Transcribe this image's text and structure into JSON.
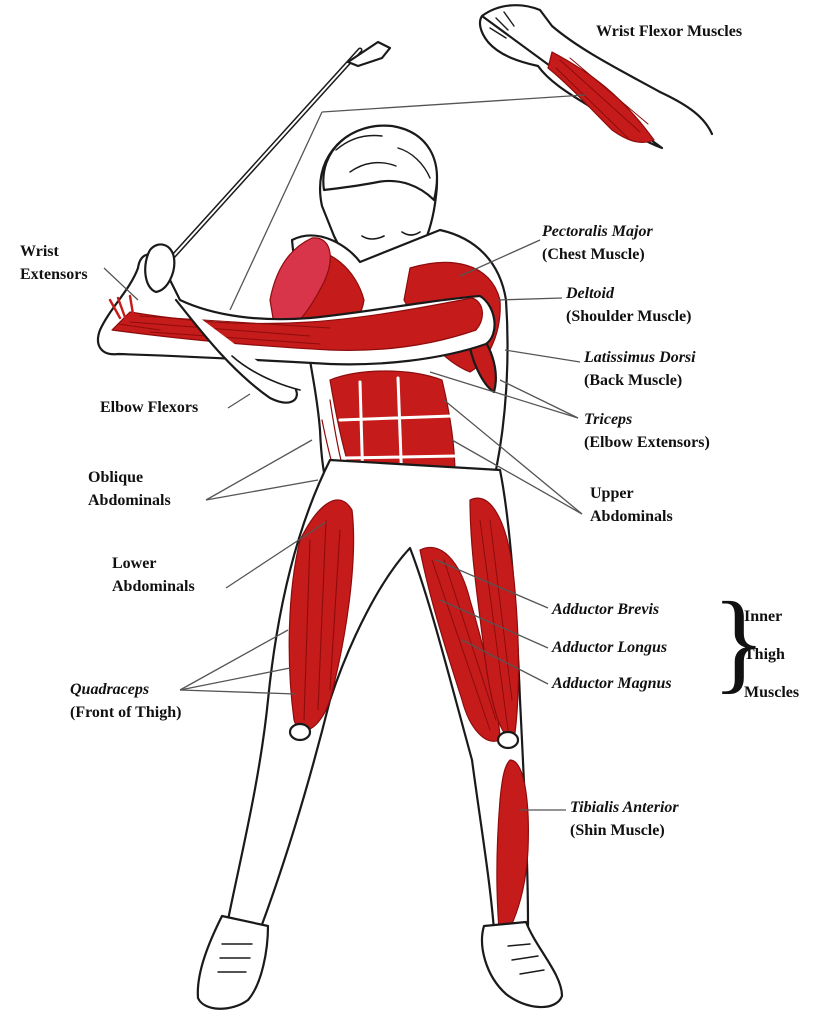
{
  "colors": {
    "muscle": "#c51b1b",
    "muscle_dark": "#8e0c0c",
    "outline": "#1a1a1a",
    "leader": "#555555"
  },
  "labels": {
    "wrist_flexor": {
      "line1": "Wrist Flexor Muscles"
    },
    "wrist_extensors": {
      "line1": "Wrist",
      "line2": "Extensors"
    },
    "pectoralis": {
      "italic": "Pectoralis Major",
      "normal": "(Chest Muscle)"
    },
    "deltoid": {
      "italic": "Deltoid",
      "normal": "(Shoulder Muscle)"
    },
    "latissimus": {
      "italic": "Latissimus Dorsi",
      "normal": "(Back Muscle)"
    },
    "triceps": {
      "italic": "Triceps",
      "normal": "(Elbow Extensors)"
    },
    "elbow_flexors": {
      "line1": "Elbow Flexors"
    },
    "oblique": {
      "line1": "Oblique",
      "line2": "Abdominals"
    },
    "upper_abs": {
      "line1": "Upper",
      "line2": "Abdominals"
    },
    "lower_abs": {
      "line1": "Lower",
      "line2": "Abdominals"
    },
    "adductor_brevis": {
      "italic": "Adductor Brevis"
    },
    "adductor_longus": {
      "italic": "Adductor Longus"
    },
    "adductor_magnus": {
      "italic": "Adductor Magnus"
    },
    "inner_thigh": {
      "line1": "Inner",
      "line2": "Thigh",
      "line3": "Muscles"
    },
    "quadriceps": {
      "italic": "Quadraceps",
      "normal": "(Front of Thigh)"
    },
    "tibialis": {
      "italic": "Tibialis Anterior",
      "normal": "(Shin Muscle)"
    }
  }
}
